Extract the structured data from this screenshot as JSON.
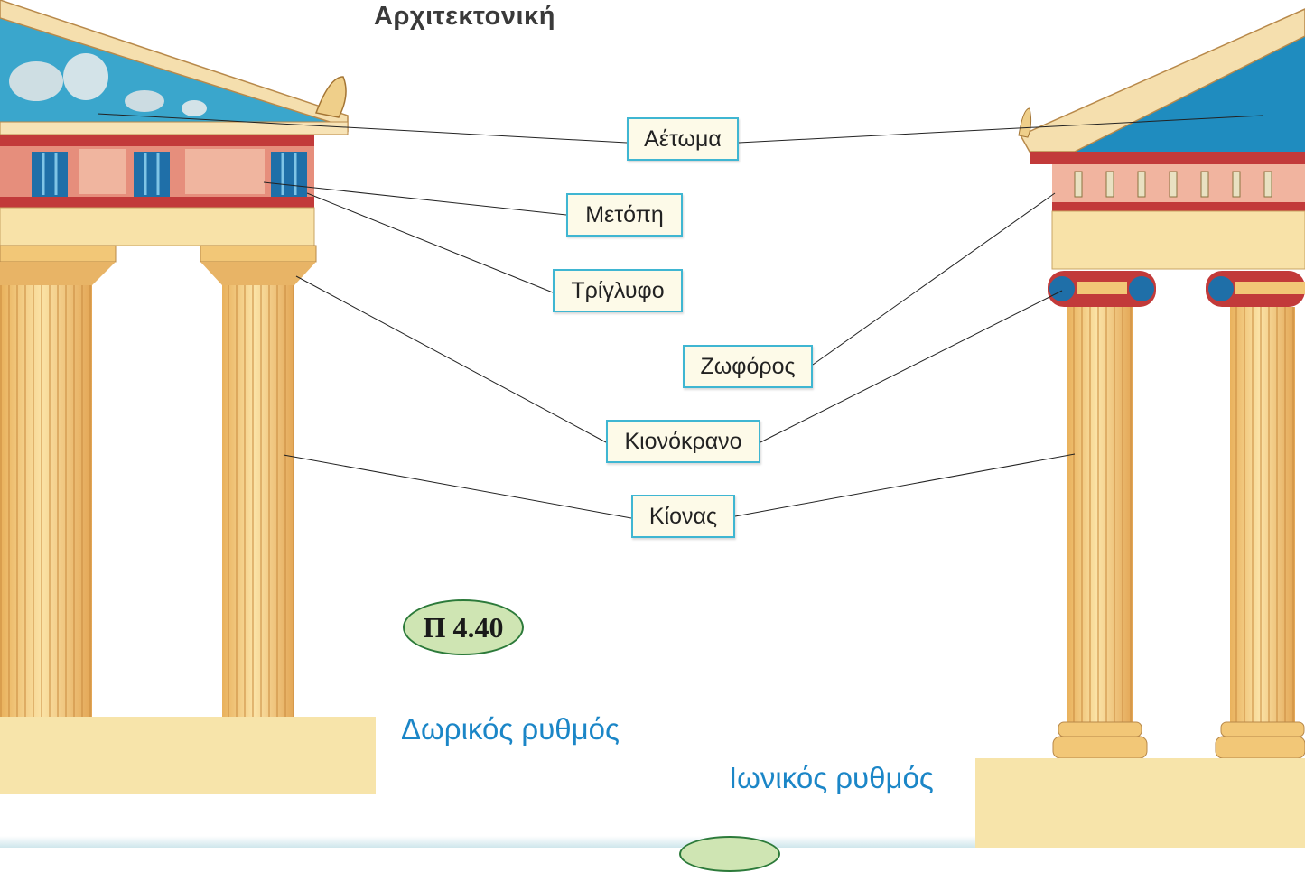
{
  "title": "Αρχιτεκτονική",
  "labels": {
    "pediment": "Αέτωμα",
    "metope": "Μετόπη",
    "triglyph": "Τρίγλυφο",
    "frieze": "Ζωφόρος",
    "capital": "Κιονόκρανο",
    "column": "Κίονας"
  },
  "captions": {
    "doric": "Δωρικός ρυθμός",
    "ionic": "Ιωνικός ρυθμός"
  },
  "figure_ref": "Π 4.40",
  "colors": {
    "label_border": "#3fb6d2",
    "caption": "#1b86c7",
    "badge_fill": "#cfe5b3",
    "sky": "#3aa6cc",
    "column": "#f0c77a"
  }
}
